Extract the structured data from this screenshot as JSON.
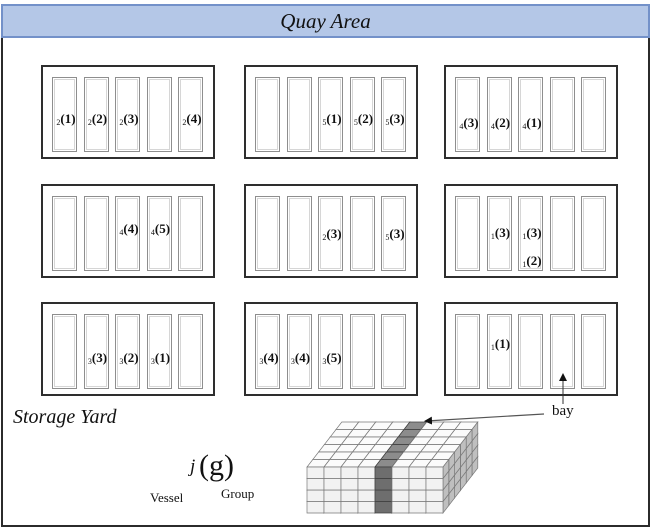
{
  "header": {
    "title": "Quay Area"
  },
  "yard": {
    "title": "Storage Yard"
  },
  "blocks": [
    {
      "row": 1,
      "col": 1,
      "bays": [
        {
          "labels": [
            {
              "vessel": "2",
              "group": "(1)"
            }
          ]
        },
        {
          "labels": [
            {
              "vessel": "2",
              "group": "(2)"
            }
          ]
        },
        {
          "labels": [
            {
              "vessel": "2",
              "group": "(3)"
            }
          ]
        },
        {
          "labels": []
        },
        {
          "labels": [
            {
              "vessel": "2",
              "group": "(4)"
            }
          ]
        }
      ]
    },
    {
      "row": 1,
      "col": 2,
      "bays": [
        {
          "labels": []
        },
        {
          "labels": []
        },
        {
          "labels": [
            {
              "vessel": "5",
              "group": "(1)"
            }
          ]
        },
        {
          "labels": [
            {
              "vessel": "5",
              "group": "(2)"
            }
          ]
        },
        {
          "labels": [
            {
              "vessel": "5",
              "group": "(3)"
            }
          ]
        }
      ]
    },
    {
      "row": 1,
      "col": 3,
      "bays": [
        {
          "labels": [
            {
              "vessel": "4",
              "group": "(3)"
            }
          ]
        },
        {
          "labels": [
            {
              "vessel": "4",
              "group": "(2)"
            }
          ]
        },
        {
          "labels": [
            {
              "vessel": "4",
              "group": "(1)"
            }
          ]
        },
        {
          "labels": []
        },
        {
          "labels": []
        }
      ]
    },
    {
      "row": 2,
      "col": 1,
      "bays": [
        {
          "labels": []
        },
        {
          "labels": []
        },
        {
          "labels": [
            {
              "vessel": "4",
              "group": "(4)"
            }
          ]
        },
        {
          "labels": [
            {
              "vessel": "4",
              "group": "(5)"
            }
          ]
        },
        {
          "labels": []
        }
      ]
    },
    {
      "row": 2,
      "col": 2,
      "bays": [
        {
          "labels": []
        },
        {
          "labels": []
        },
        {
          "labels": [
            {
              "vessel": "2",
              "group": "(3)"
            }
          ]
        },
        {
          "labels": []
        },
        {
          "labels": [
            {
              "vessel": "5",
              "group": "(3)"
            }
          ]
        }
      ]
    },
    {
      "row": 2,
      "col": 3,
      "bays": [
        {
          "labels": []
        },
        {
          "labels": [
            {
              "vessel": "1",
              "group": "(3)"
            }
          ]
        },
        {
          "labels": [
            {
              "vessel": "1",
              "group": "(3)"
            },
            {
              "vessel": "1",
              "group": "(2)"
            }
          ]
        },
        {
          "labels": []
        },
        {
          "labels": []
        }
      ]
    },
    {
      "row": 3,
      "col": 1,
      "bays": [
        {
          "labels": []
        },
        {
          "labels": [
            {
              "vessel": "3",
              "group": "(3)"
            }
          ]
        },
        {
          "labels": [
            {
              "vessel": "3",
              "group": "(2)"
            }
          ]
        },
        {
          "labels": [
            {
              "vessel": "3",
              "group": "(1)"
            }
          ]
        },
        {
          "labels": []
        }
      ]
    },
    {
      "row": 3,
      "col": 2,
      "bays": [
        {
          "labels": [
            {
              "vessel": "3",
              "group": "(4)"
            }
          ]
        },
        {
          "labels": [
            {
              "vessel": "3",
              "group": "(4)"
            }
          ]
        },
        {
          "labels": [
            {
              "vessel": "3",
              "group": "(5)"
            }
          ]
        },
        {
          "labels": []
        },
        {
          "labels": []
        }
      ]
    },
    {
      "row": 3,
      "col": 3,
      "bays": [
        {
          "labels": []
        },
        {
          "labels": [
            {
              "vessel": "1",
              "group": "(1)"
            }
          ]
        },
        {
          "labels": []
        },
        {
          "labels": []
        },
        {
          "labels": []
        }
      ]
    }
  ],
  "bay_callout": {
    "label": "bay"
  },
  "legend": {
    "vessel_symbol": "j",
    "group_symbol": "(g)",
    "vessel_label": "Vessel",
    "group_label": "Group"
  },
  "yard_block_3d": {
    "bays": 8,
    "tiers": 4,
    "rows": 6,
    "highlighted_bay": 5
  },
  "colors": {
    "header_fill": "#b4c7e7",
    "header_border": "#7391c9",
    "container_light": "#f2f2f2",
    "container_highlight": "#6e6e6e"
  }
}
